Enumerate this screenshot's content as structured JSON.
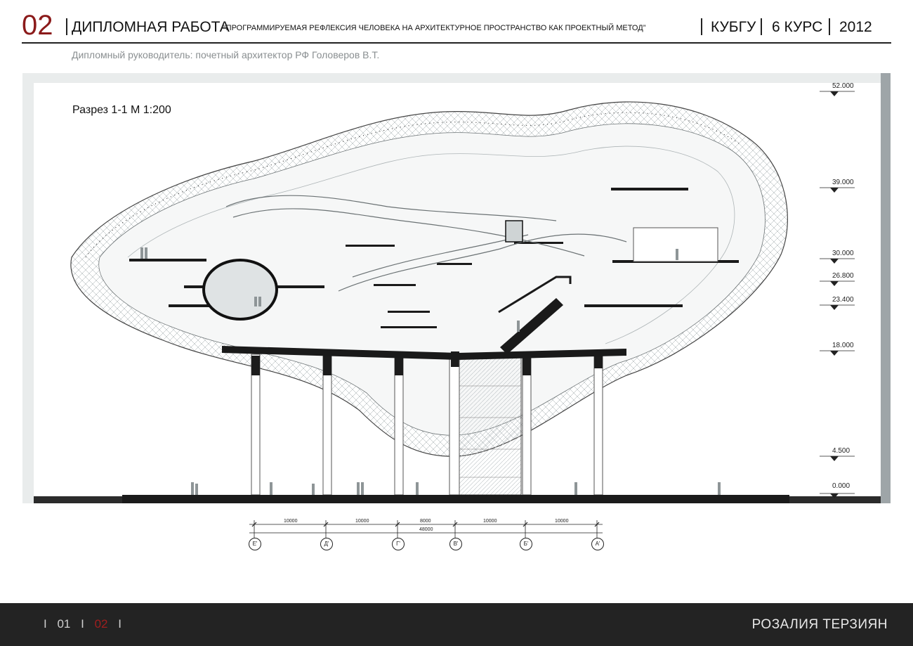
{
  "header": {
    "sheet_number": "02",
    "title_main": "ДИПЛОМНАЯ РАБОТА",
    "title_sub": "“ПРОГРАММИРУЕМАЯ РЕФЛЕКСИЯ ЧЕЛОВЕКА НА АРХИТЕКТУРНОЕ ПРОСТРАНСТВО КАК ПРОЕКТНЫЙ МЕТОД”",
    "university": "КУБГУ",
    "course": "6 КУРС",
    "year": "2012",
    "supervisor": "Дипломный руководитель: почетный архитектор РФ Головеров В.Т."
  },
  "drawing": {
    "section_label": "Разрез 1-1   М 1:200",
    "elevations": [
      "52.000",
      "39.000",
      "30.000",
      "26.800",
      "23.400",
      "18.000",
      "4.500",
      "0.000"
    ]
  },
  "dimensions": {
    "spans": [
      "10000",
      "10000",
      "8000",
      "10000",
      "10000"
    ],
    "total": "48000",
    "axes": [
      "Е'",
      "Д'",
      "Г'",
      "В'",
      "Б'",
      "А'"
    ]
  },
  "footer": {
    "pages": [
      "01",
      "02"
    ],
    "active_page": "02",
    "author": "РОЗАЛИЯ ТЕРЗИЯН"
  },
  "colors": {
    "accent": "#8b1a1a",
    "footer_bg": "#232323",
    "ground": "#2b2b2b"
  }
}
